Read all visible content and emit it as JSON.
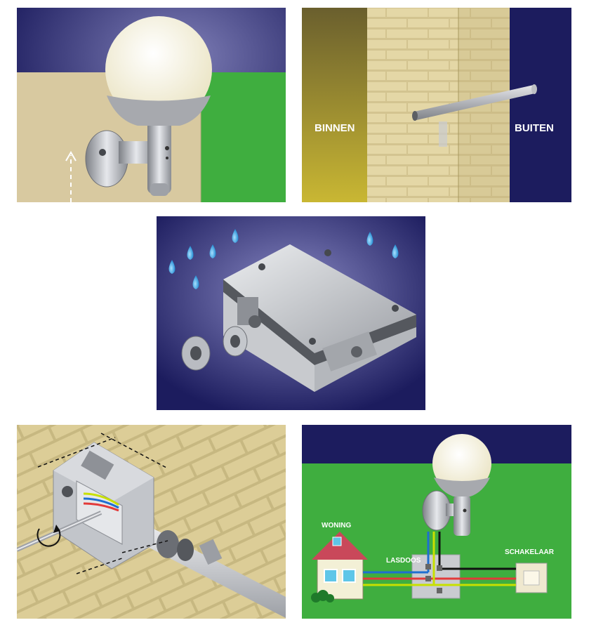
{
  "labels": {
    "binnen": "BINNEN",
    "buiten": "BUITEN",
    "woning": "WONING",
    "lasdoos": "LASDOOS",
    "schakelaar": "SCHAKELAAR"
  },
  "colors": {
    "night_sky": "#1c1c5e",
    "wall_beige": "#d8c9a0",
    "grass_green": "#3fae3f",
    "globe_white": "#f7f3e3",
    "metal_grey": "#b9bcc2",
    "water_drop": "#3aa0e0",
    "wire_blue": "#1e6fd0",
    "wire_red": "#e23a3a",
    "wire_yellow_green": "#c8e000",
    "wire_black": "#111111"
  }
}
